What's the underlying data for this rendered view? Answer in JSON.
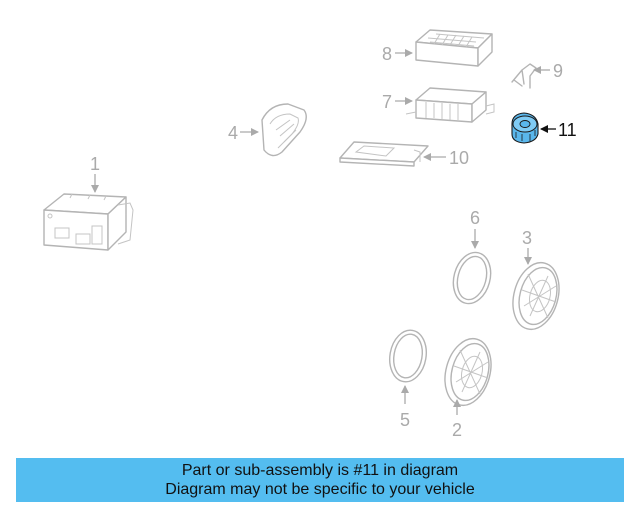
{
  "diagram": {
    "callouts": [
      {
        "id": "1",
        "label": "1",
        "highlighted": false
      },
      {
        "id": "2",
        "label": "2",
        "highlighted": false
      },
      {
        "id": "3",
        "label": "3",
        "highlighted": false
      },
      {
        "id": "4",
        "label": "4",
        "highlighted": false
      },
      {
        "id": "5",
        "label": "5",
        "highlighted": false
      },
      {
        "id": "6",
        "label": "6",
        "highlighted": false
      },
      {
        "id": "7",
        "label": "7",
        "highlighted": false
      },
      {
        "id": "8",
        "label": "8",
        "highlighted": false
      },
      {
        "id": "9",
        "label": "9",
        "highlighted": false
      },
      {
        "id": "10",
        "label": "10",
        "highlighted": false
      },
      {
        "id": "11",
        "label": "11",
        "highlighted": true
      }
    ],
    "highlight_color": "#5ab7ec",
    "line_color": "#b4b4b4"
  },
  "banner": {
    "line1": "Part or sub-assembly is #11 in diagram",
    "line2": "Diagram may not be specific to your vehicle",
    "background": "#54bdf0"
  }
}
